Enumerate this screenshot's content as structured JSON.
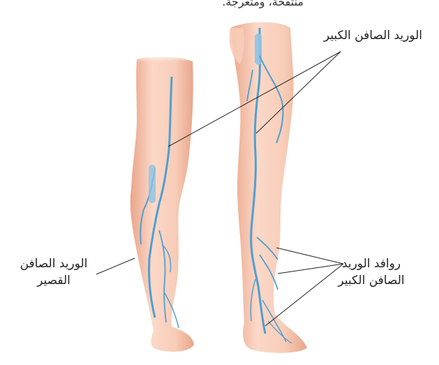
{
  "top_caption": "منتفخة، ومتعرجة.",
  "labels": {
    "great_saphenous": "الوريد الصافن الكبير",
    "small_saphenous_line1": "الوريد الصافن",
    "small_saphenous_line2": "القصير",
    "tributaries_line1": "روافد الوريد",
    "tributaries_line2": "الصافن الكبير"
  },
  "colors": {
    "skin": "#f6cbb6",
    "skin_shade": "#e9a98d",
    "vein": "#4f9fd0",
    "vein_dark": "#2f7db6",
    "leader_line": "#222222"
  }
}
